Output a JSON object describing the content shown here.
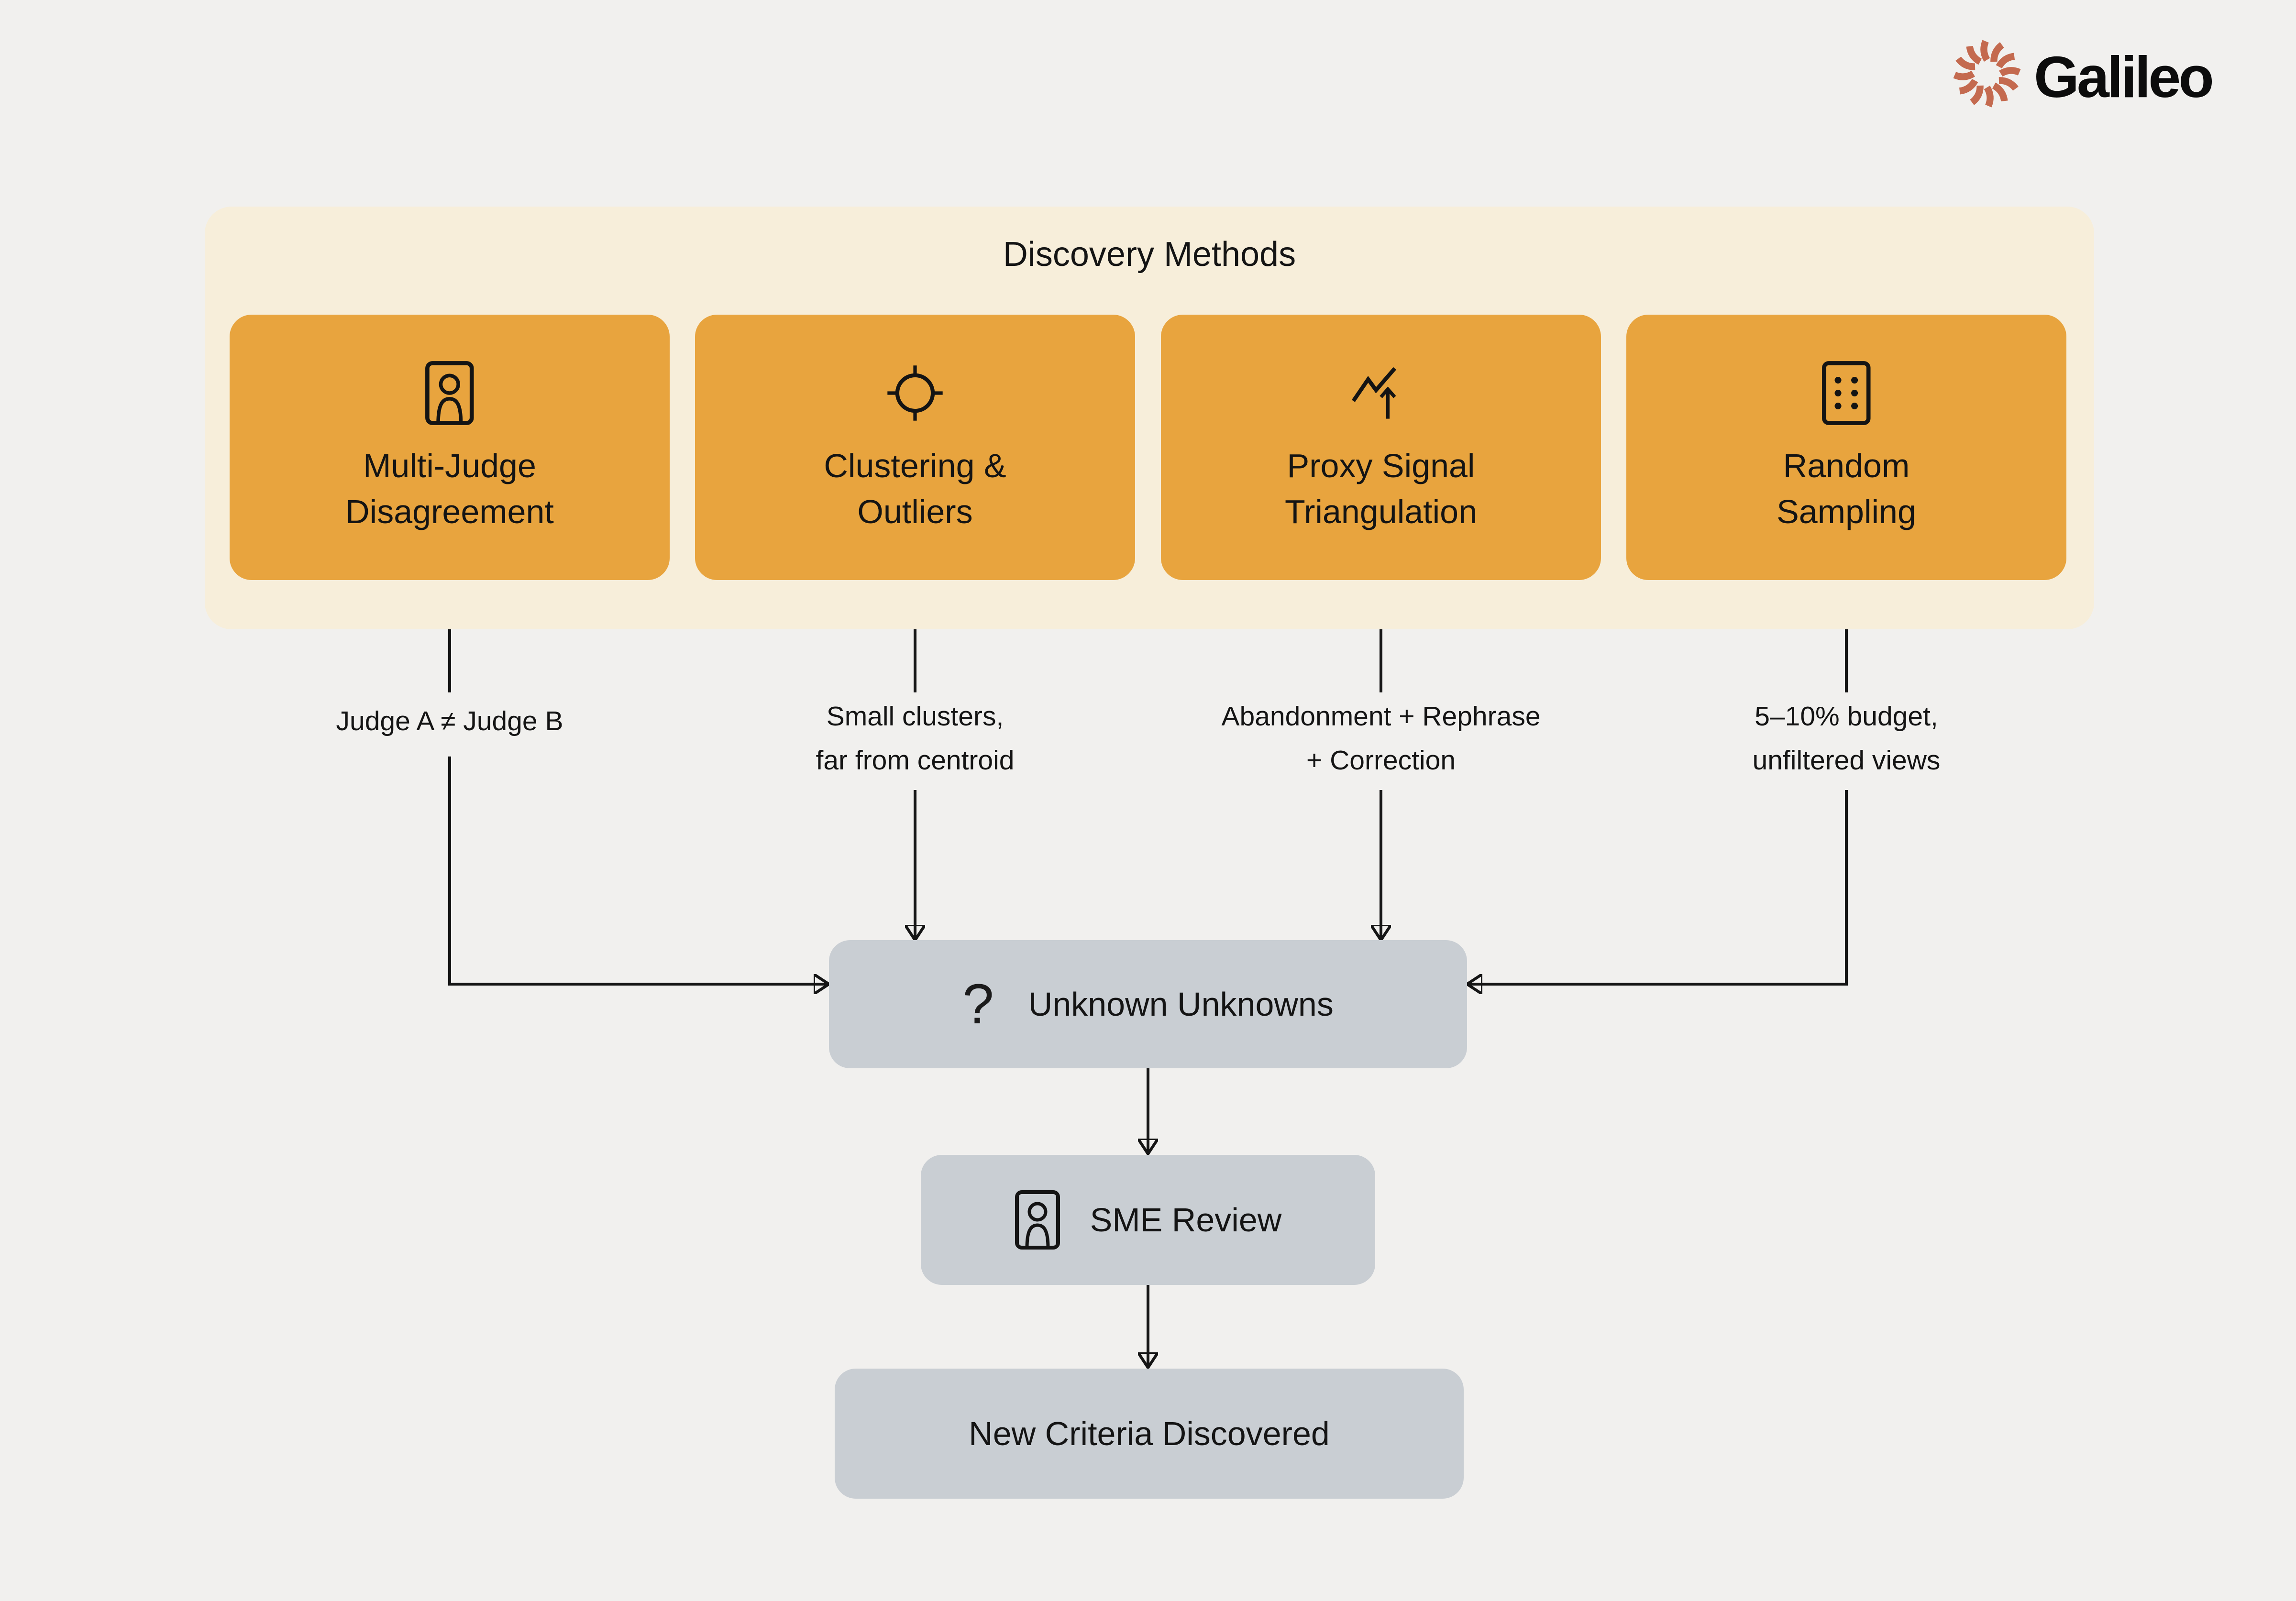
{
  "logo": {
    "brand": "Galileo",
    "mark_color": "#c46a4f"
  },
  "panel": {
    "title": "Discovery Methods"
  },
  "methods": [
    {
      "icon": "user-badge",
      "label": "Multi-Judge\nDisagreement",
      "note": "Judge A ≠ Judge B"
    },
    {
      "icon": "target",
      "label": "Clustering &\nOutliers",
      "note": "Small clusters,\nfar from centroid"
    },
    {
      "icon": "trend-up-arrow",
      "label": "Proxy Signal\nTriangulation",
      "note": "Abandonment + Rephrase\n+ Correction"
    },
    {
      "icon": "die-six",
      "label": "Random\nSampling",
      "note": "5–10% budget,\nunfiltered views"
    }
  ],
  "hub": {
    "icon": "question-mark",
    "question_mark": "?",
    "label": "Unknown Unknowns"
  },
  "review": {
    "icon": "user-badge",
    "label": "SME Review"
  },
  "result": {
    "label": "New Criteria Discovered"
  },
  "colors": {
    "background": "#f1f0ee",
    "panel": "#f7eeda",
    "method_box": "#e8a43e",
    "flow_box": "#c9ced3",
    "line": "#151515",
    "text": "#141414",
    "logo_mark": "#c46a4f"
  }
}
